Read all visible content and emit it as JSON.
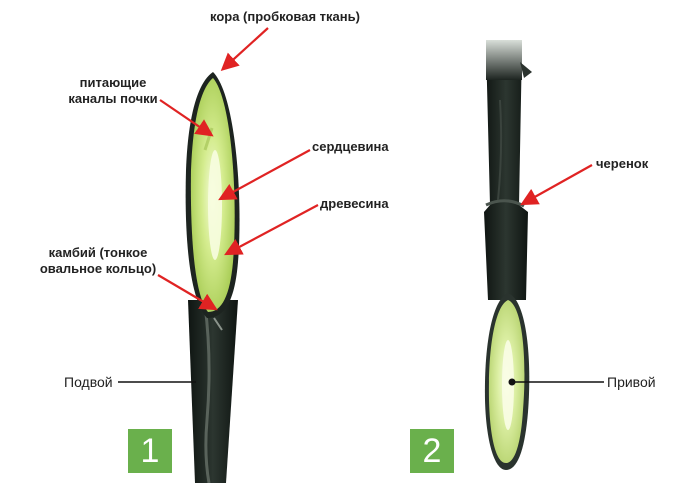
{
  "figure": {
    "labels": {
      "bark": "кора (пробковая ткань)",
      "bud_channels_line1": "питающие",
      "bud_channels_line2": "каналы почки",
      "pith": "сердцевина",
      "wood": "древесина",
      "cambium_line1": "камбий (тонкое",
      "cambium_line2": "овальное кольцо)",
      "rootstock": "Подвой",
      "cutting": "черенок",
      "scion": "Привой"
    },
    "badges": [
      "1",
      "2"
    ]
  },
  "colors": {
    "arrow": "#e02323",
    "badge": "#6ab04c",
    "stem_dark": "#1d2420",
    "cut_face_outer": "#b8d86a",
    "cut_face_inner": "#e9f6b5"
  }
}
